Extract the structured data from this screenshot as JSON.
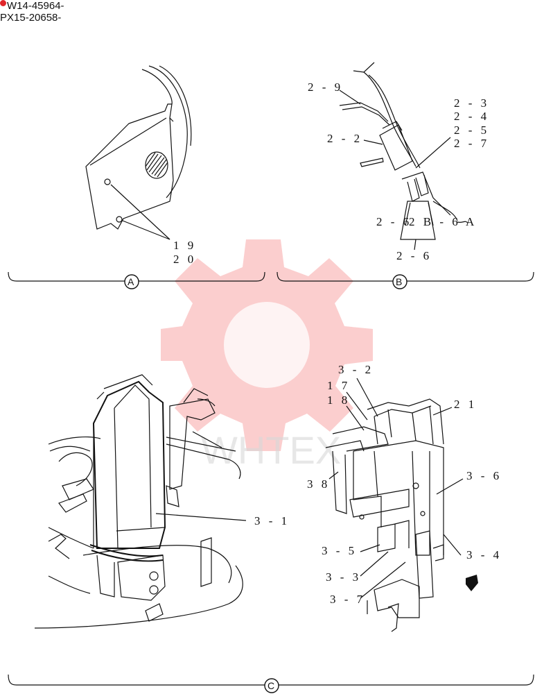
{
  "header": {
    "line1": "W14-45964-",
    "line2": "PX15-20658-"
  },
  "watermark": {
    "text": "WHTEX",
    "color": "#f08080"
  },
  "sections": {
    "A": {
      "badge": "A",
      "callouts": [
        "1 9",
        "2 0"
      ]
    },
    "B": {
      "badge": "B",
      "callouts": [
        "2 - 9",
        "2 - 2",
        "2 - 3",
        "2 - 4",
        "2 - 5",
        "2 - 7",
        "2 - 6",
        "2 B - 6 A",
        "2 - 6"
      ]
    },
    "C": {
      "badge": "C",
      "callouts": [
        "3 - 1",
        "3 - 2",
        "1 7",
        "1 8",
        "2 1",
        "3 8",
        "3 - 6",
        "3 - 5",
        "3 - 4",
        "3 - 3",
        "3 - 7"
      ]
    }
  }
}
